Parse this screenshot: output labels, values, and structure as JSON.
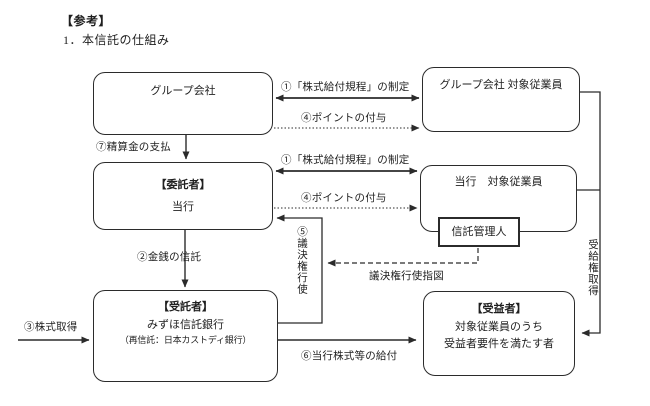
{
  "page": {
    "title": "【参考】",
    "subtitle": "1．本信託の仕組み"
  },
  "boxes": {
    "group_company": {
      "label": "グループ会社"
    },
    "group_company_employees": {
      "label": "グループ会社 対象従業員"
    },
    "settlor": {
      "title": "【委託者】",
      "name": "当行"
    },
    "bank_employees": {
      "label": "当行　対象従業員"
    },
    "trust_administrator": {
      "label": "信託管理人"
    },
    "trustee": {
      "title": "【受託者】",
      "name": "みずほ信託銀行",
      "note": "（再信託：日本カストディ銀行）"
    },
    "beneficiary": {
      "title": "【受益者】",
      "line1": "対象従業員のうち",
      "line2": "受益者要件を満たす者"
    }
  },
  "labels": {
    "rule_top": "①「株式給付規程」の制定",
    "points_top": "④ポイントの付与",
    "settlement_payment": "⑦精算金の支払",
    "rule_mid": "①「株式給付規程」の制定",
    "points_mid": "④ポイントの付与",
    "money_trust": "②金銭の信託",
    "stock_acquisition": "③株式取得",
    "voting_rights": "⑤議決権行使",
    "voting_instruction": "議決権行使指図",
    "stock_benefit": "⑥当行株式等の給付",
    "benefit_right": "受給権取得"
  },
  "colors": {
    "line": "#2b2b2b",
    "text": "#1f1f1f",
    "background": "#ffffff"
  }
}
